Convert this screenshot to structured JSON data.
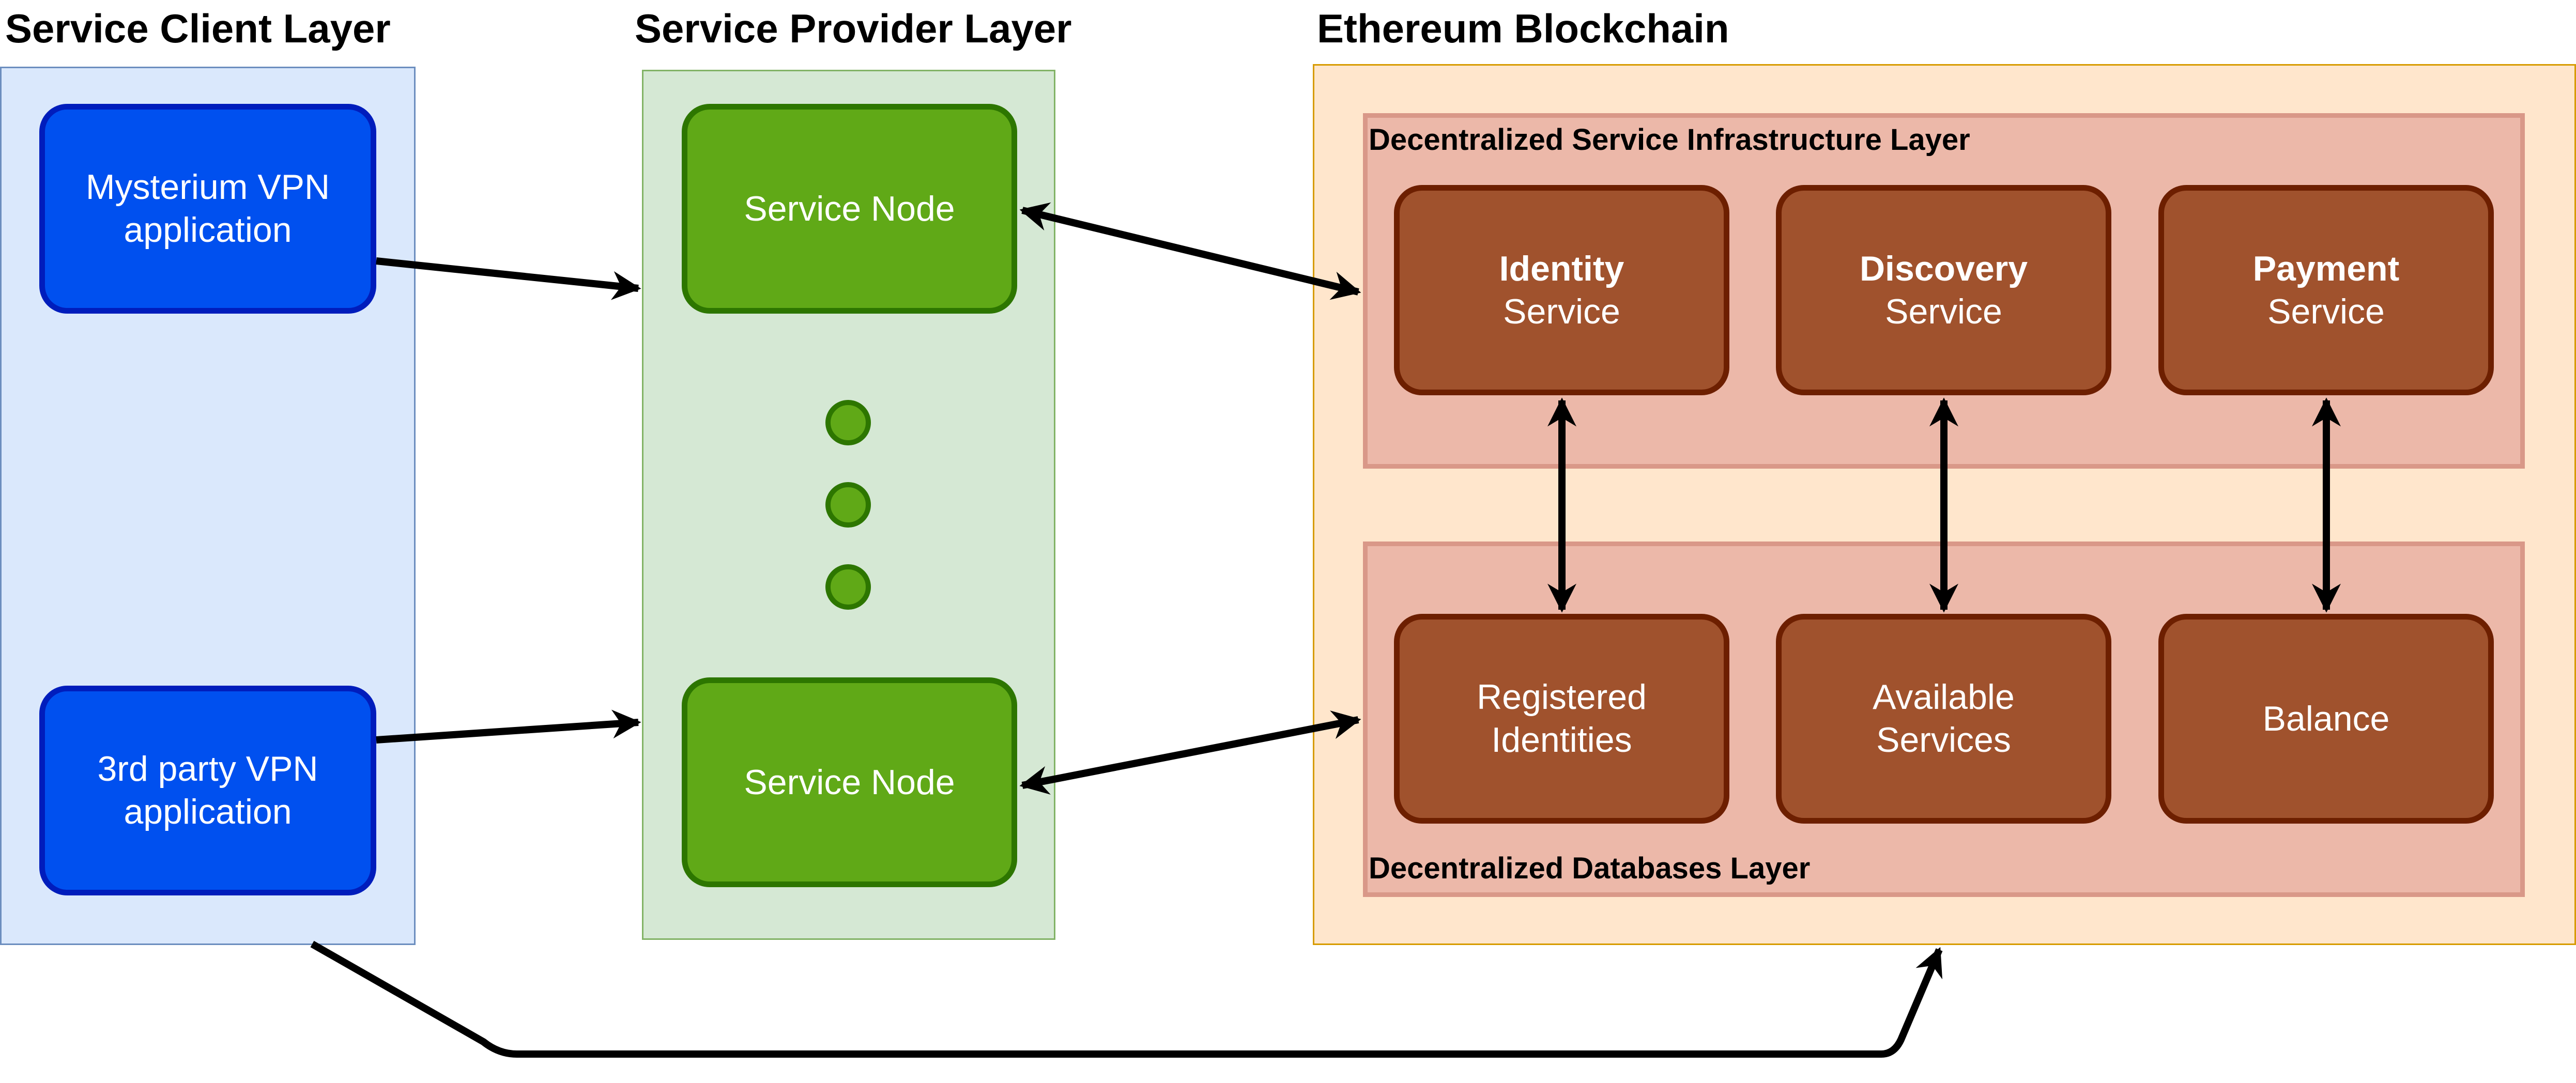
{
  "layers": {
    "client": {
      "title": "Service Client Layer"
    },
    "provider": {
      "title": "Service Provider Layer"
    },
    "blockchain": {
      "title": "Ethereum Blockchain"
    }
  },
  "client_apps": [
    {
      "line1": "Mysterium VPN",
      "line2": "application"
    },
    {
      "line1": "3rd party VPN",
      "line2": "application"
    }
  ],
  "service_nodes": [
    {
      "label": "Service Node"
    },
    {
      "label": "Service Node"
    }
  ],
  "infrastructure": {
    "title": "Decentralized Service Infrastructure Layer",
    "services": [
      {
        "name": "Identity",
        "suffix": "Service"
      },
      {
        "name": "Discovery",
        "suffix": "Service"
      },
      {
        "name": "Payment",
        "suffix": "Service"
      }
    ]
  },
  "databases": {
    "title": "Decentralized Databases Layer",
    "items": [
      {
        "line1": "Registered",
        "line2": "Identities"
      },
      {
        "line1": "Available",
        "line2": "Services"
      },
      {
        "line1": "Balance",
        "line2": ""
      }
    ]
  },
  "colors": {
    "client_bg": "#dae8fc",
    "provider_bg": "#d5e8d4",
    "blockchain_bg": "#ffe6cc",
    "sublayer_bg": "#ecb8a9",
    "app_fill": "#0050ef",
    "node_fill": "#60a917",
    "service_fill": "#a0522d"
  }
}
